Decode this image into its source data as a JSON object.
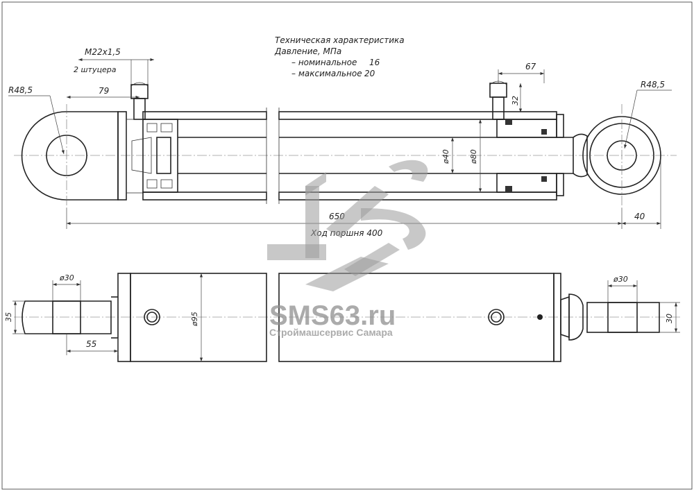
{
  "spec": {
    "title": "Техническая характеристика",
    "pressure": "Давление, МПа",
    "nominal_label": "– номинальное",
    "nominal_value": "16",
    "max_label": "– максимальное",
    "max_value": "20"
  },
  "dims": {
    "thread": "M22x1,5",
    "fittings": "2 штуцера",
    "r_left": "R48,5",
    "r_right": "R48,5",
    "d79": "79",
    "d67": "67",
    "d32": "32",
    "d40": "ø40",
    "d80": "ø80",
    "d650": "650",
    "d40end": "40",
    "stroke": "Ход поршня 400",
    "d95": "ø95",
    "d30_left": "ø30",
    "d35": "35",
    "d55": "55",
    "d30_right": "ø30",
    "d30_side": "30"
  },
  "watermark": {
    "brand": "SMS63.ru",
    "tagline": "Строймашсервис Самара"
  }
}
